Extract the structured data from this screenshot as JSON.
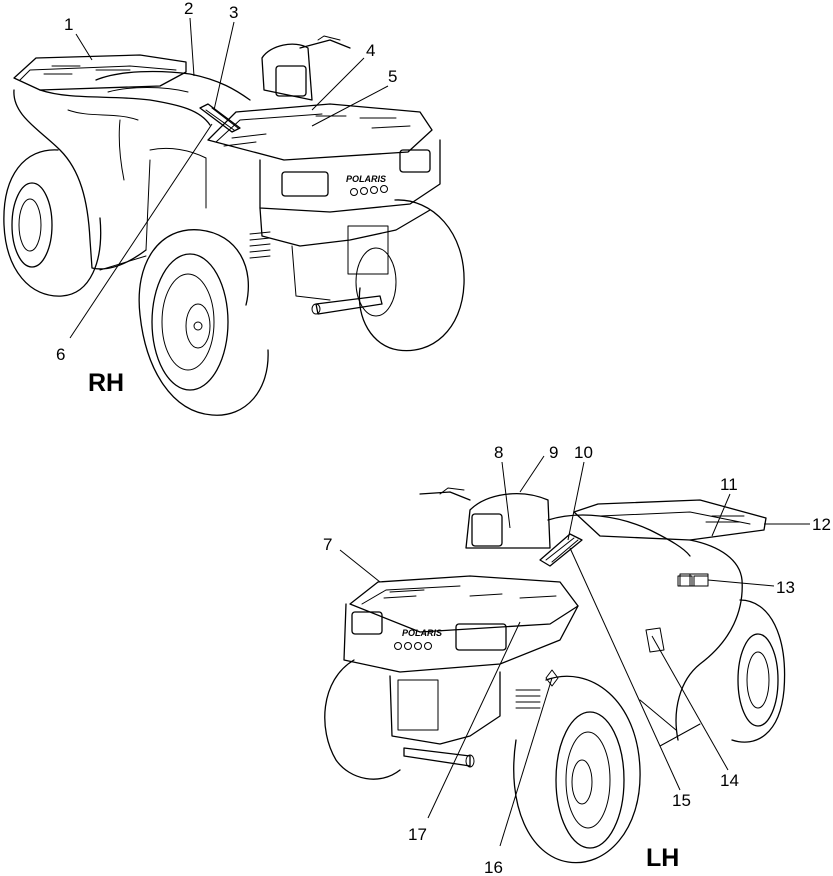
{
  "views": [
    {
      "id": "rh",
      "label": "RH",
      "brand": "POLARIS",
      "callouts": [
        "1",
        "2",
        "3",
        "4",
        "5",
        "6"
      ]
    },
    {
      "id": "lh",
      "label": "LH",
      "brand": "POLARIS",
      "callouts": [
        "7",
        "8",
        "9",
        "10",
        "11",
        "12",
        "13",
        "14",
        "15",
        "16",
        "17"
      ]
    }
  ],
  "callout_numbers": [
    "1",
    "2",
    "3",
    "4",
    "5",
    "6",
    "7",
    "8",
    "9",
    "10",
    "11",
    "12",
    "13",
    "14",
    "15",
    "16",
    "17"
  ]
}
